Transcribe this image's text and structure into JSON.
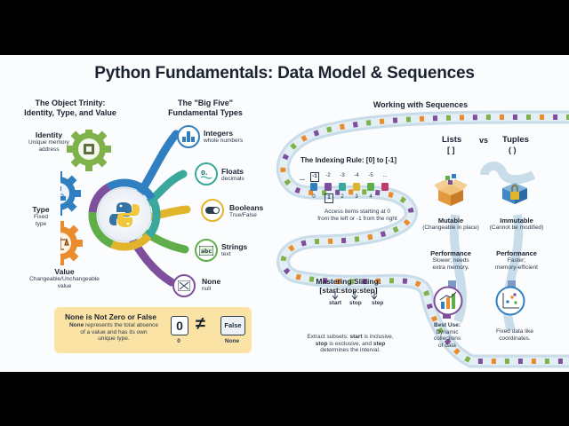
{
  "title": "Python Fundamentals: Data Model & Sequences",
  "trinity": {
    "heading_line1": "The Object Trinity:",
    "heading_line2": "Identity, Type, and Value",
    "identity_label": "Identity",
    "identity_sub1": "Unique memory",
    "identity_sub2": "address",
    "type_label": "Type",
    "type_sub1": "Fixed",
    "type_sub2": "type",
    "value_label": "Value",
    "value_sub1": "Changeable/Unchangeable",
    "value_sub2": "value"
  },
  "big_five": {
    "heading_line1": "The \"Big Five\"",
    "heading_line2": "Fundamental Types",
    "types": [
      {
        "label": "Integers",
        "sub": "whole numbers",
        "color": "#2f7fc1",
        "icon": "1 2 3"
      },
      {
        "label": "Floats",
        "sub": "decimals",
        "color": "#3aa89b",
        "icon": "0."
      },
      {
        "label": "Booleans",
        "sub": "True/False",
        "color": "#e0b52c",
        "icon": "on"
      },
      {
        "label": "Strings",
        "sub": "text",
        "color": "#5fae4a",
        "icon": "abc"
      },
      {
        "label": "None",
        "sub": "null",
        "color": "#7d4f9c",
        "icon": "x"
      }
    ]
  },
  "note": {
    "title": "None is Not Zero or False",
    "body_bold": "None",
    "body_line1": " represents the total absence",
    "body_line2": "of a value and has its own",
    "body_line3": "unique type.",
    "zero": "0",
    "neq": "≠",
    "false_box": "False",
    "zero_caption": "0",
    "none_caption": "None"
  },
  "sequences": {
    "heading": "Working with Sequences",
    "indexing_title": "The Indexing Rule: [0] to [-1]",
    "neg_indices": [
      "-1",
      "-2",
      "-3",
      "-4",
      "-5",
      "..."
    ],
    "pos_indices": [
      "0",
      "1",
      "2",
      "3",
      "4"
    ],
    "ellipsis": "...",
    "indexing_desc1": "Access items starting at 0",
    "indexing_desc2": "from the left or -1 from the right",
    "slicing_title1": "Mastering Slicing:",
    "slicing_title2": "[start:stop:step]",
    "slice_start": "start",
    "slice_stop": "stop",
    "slice_step": "step",
    "slicing_desc1_a": "Extract subsets: ",
    "slicing_desc1_b": "start",
    "slicing_desc1_c": " is inclusive,",
    "slicing_desc2_a": "stop",
    "slicing_desc2_b": " is exclusive, and ",
    "slicing_desc2_c": "step",
    "slicing_desc3": "determines the interval."
  },
  "compare": {
    "lists": "Lists",
    "vs": "vs",
    "tuples": "Tuples",
    "lists_symbol": "[ ]",
    "tuples_symbol": "( )",
    "mutable": "Mutable",
    "mutable_sub": "(Changeable in place)",
    "immutable": "Immutable",
    "immutable_sub": "(Cannot be modified)",
    "perf": "Performance",
    "lists_perf1": "Slower; needs",
    "lists_perf2": "extra memory.",
    "tuples_perf1": "Faster;",
    "tuples_perf2": "memory-efficient",
    "best_use": "Best Use:",
    "best_use_1": "Dynamic",
    "best_use_2": "collections",
    "best_use_3": "of data",
    "tuple_use1": "Fixed data like",
    "tuple_use2": "coordinates."
  },
  "colors": {
    "path_outer": "#c8dce9",
    "path_inner": "#e4eef5",
    "blue": "#2f7fc1",
    "teal": "#3aa89b",
    "yellow": "#e0b52c",
    "green": "#5fae4a",
    "purple": "#7d4f9c",
    "orange": "#e98c2e",
    "note_bg": "#fbe3a6"
  }
}
